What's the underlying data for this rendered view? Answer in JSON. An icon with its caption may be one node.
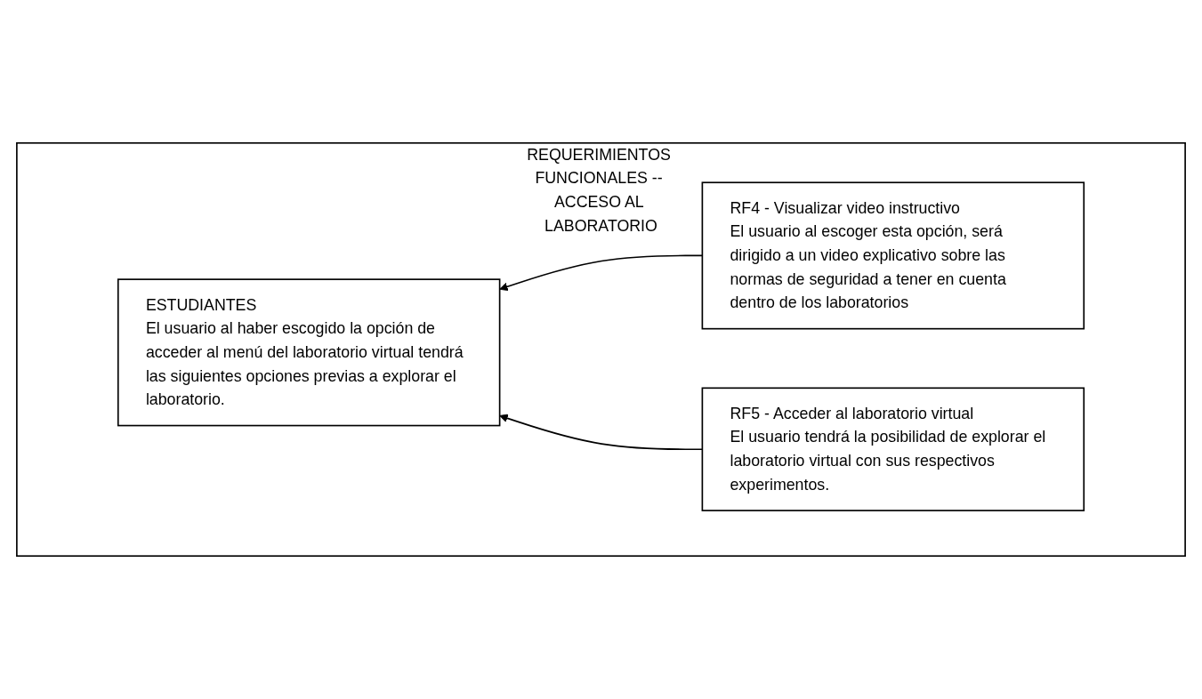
{
  "diagram": {
    "nodes": [
      {
        "text": [
          "REQUERIMIENTOS FUNCIONALES -- ACCESO AL LABORATORIO"
        ]
      },
      {
        "text": [
          "ESTUDIANTES",
          "El usuario al haber escogido la opción de acceder al menú del laboratorio virtual tendrá las siguientes opciones previas a explorar el laboratorio."
        ],
        "in": 0
      },
      {
        "text": [
          "RF4 - Visualizar video instructivo",
          "El usuario al escoger esta opción, será dirigido a un video explicativo sobre las normas de seguridad a tener en cuenta dentro de los laboratorios"
        ],
        "in": 0
      },
      {
        "text": [
          "RF5 - Acceder al laboratorio virtual",
          "El usuario tendrá la posibilidad de explorar el laboratorio virtual con sus respectivos experimentos."
        ],
        "in": 0
      }
    ],
    "edges": [
      {
        "from": 2,
        "to": 1,
        "arrow": "to"
      },
      {
        "from": 3,
        "to": 1,
        "arrow": "to"
      }
    ]
  }
}
